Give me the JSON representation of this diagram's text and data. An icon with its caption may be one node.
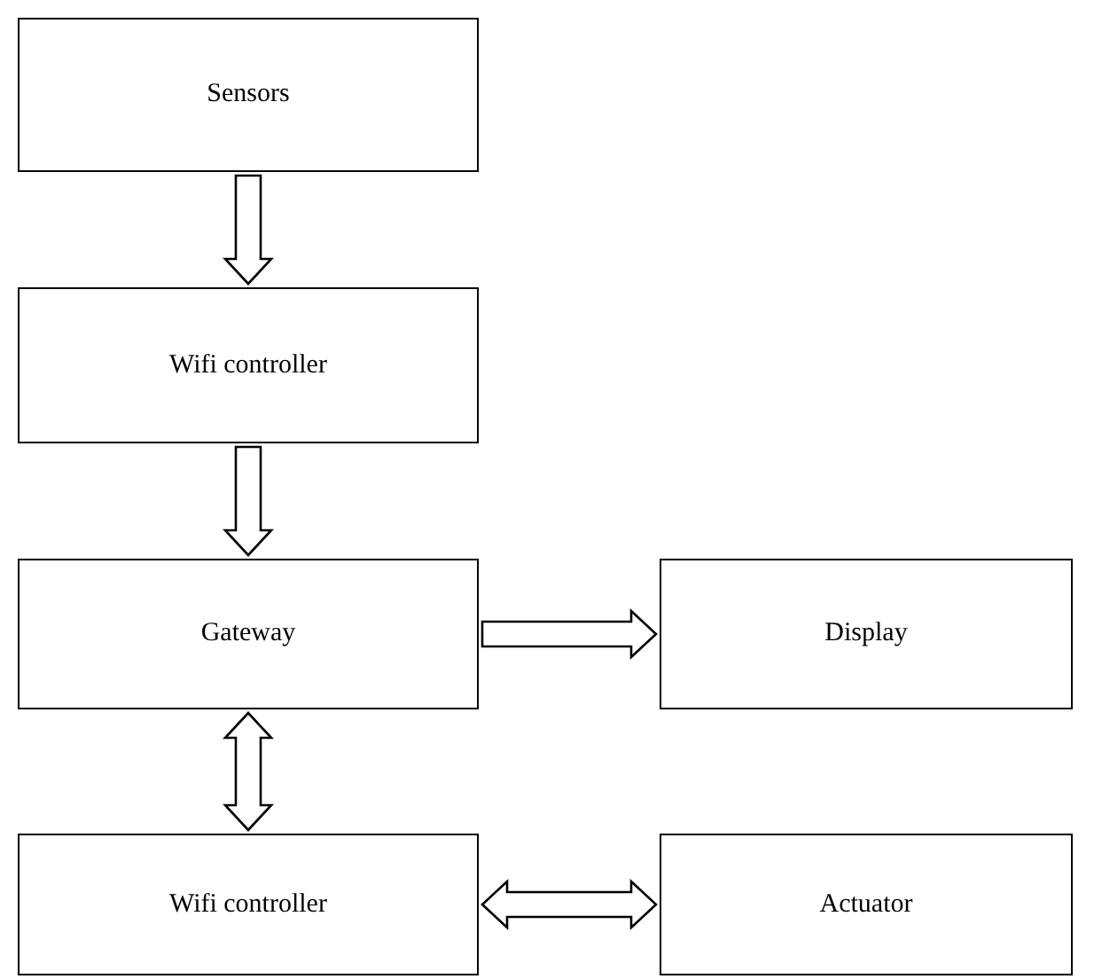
{
  "diagram": {
    "nodes": [
      {
        "text": [
          "Sensors"
        ]
      },
      {
        "text": [
          "Wifi controller"
        ]
      },
      {
        "text": [
          "Gateway"
        ]
      },
      {
        "text": [
          "Display"
        ]
      },
      {
        "text": [
          "Wifi controller"
        ]
      },
      {
        "text": [
          "Actuator"
        ]
      }
    ],
    "edges": [
      {
        "from": 0,
        "to": 1,
        "arrow": "to"
      },
      {
        "from": 1,
        "to": 2,
        "arrow": "to"
      },
      {
        "from": 2,
        "to": 3,
        "arrow": "to"
      },
      {
        "from": 2,
        "to": 4,
        "arrow": "both"
      },
      {
        "from": 4,
        "to": 5,
        "arrow": "both"
      }
    ]
  }
}
